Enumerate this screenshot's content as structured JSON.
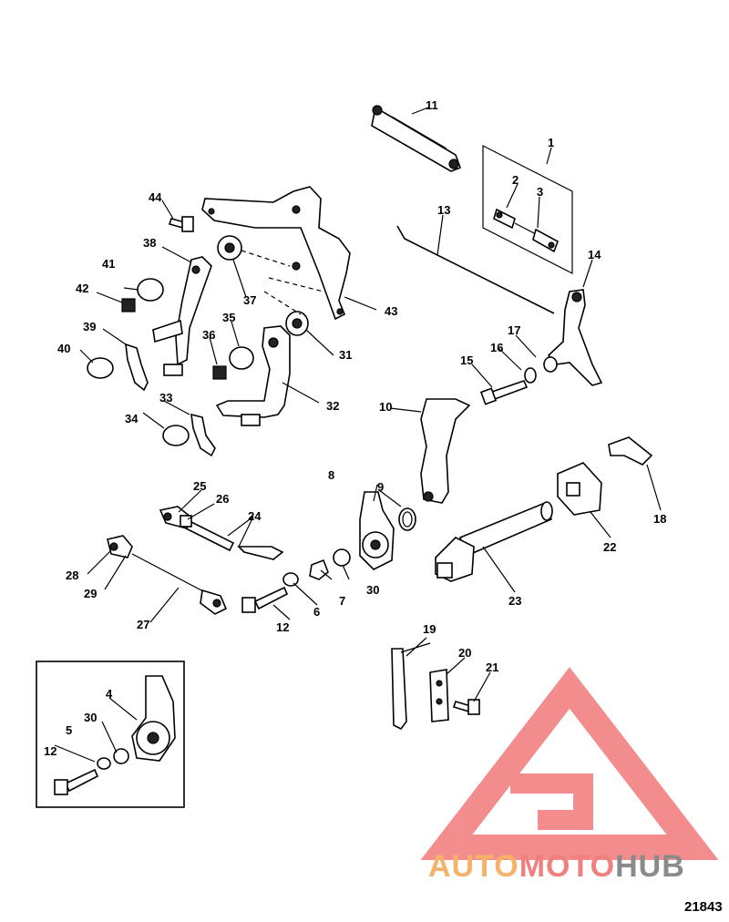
{
  "callouts": [
    "1",
    "2",
    "3",
    "4",
    "5",
    "6",
    "7",
    "8",
    "9",
    "10",
    "11",
    "12",
    "12",
    "13",
    "14",
    "15",
    "16",
    "17",
    "18",
    "19",
    "20",
    "21",
    "22",
    "23",
    "24",
    "25",
    "26",
    "27",
    "28",
    "29",
    "30",
    "30",
    "31",
    "32",
    "33",
    "34",
    "35",
    "36",
    "37",
    "38",
    "39",
    "40",
    "41",
    "42",
    "43",
    "44"
  ],
  "figure_number": "21843",
  "watermark": {
    "part1": "AUTO",
    "part2": "MOTO",
    "part3": "HUB"
  },
  "colors": {
    "wm_orange": "#f7b26a",
    "wm_red": "#f08080",
    "wm_dark": "#8a8a8a",
    "triangle": "#f27a7a"
  }
}
